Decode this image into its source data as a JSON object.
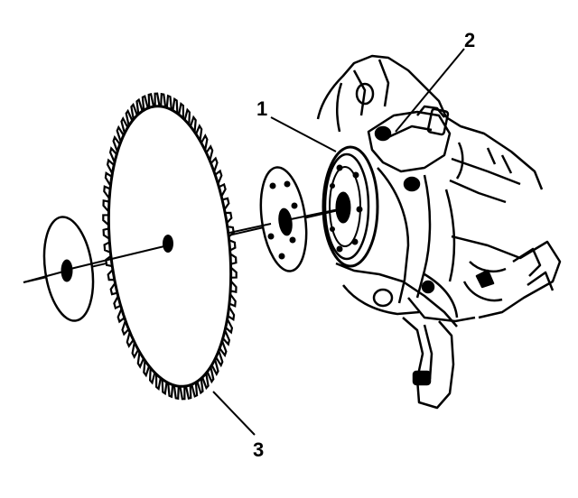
{
  "callouts": {
    "part_1": "1",
    "part_2": "2",
    "part_3": "3"
  },
  "colors": {
    "ink": "#000000",
    "paper": "#ffffff"
  }
}
